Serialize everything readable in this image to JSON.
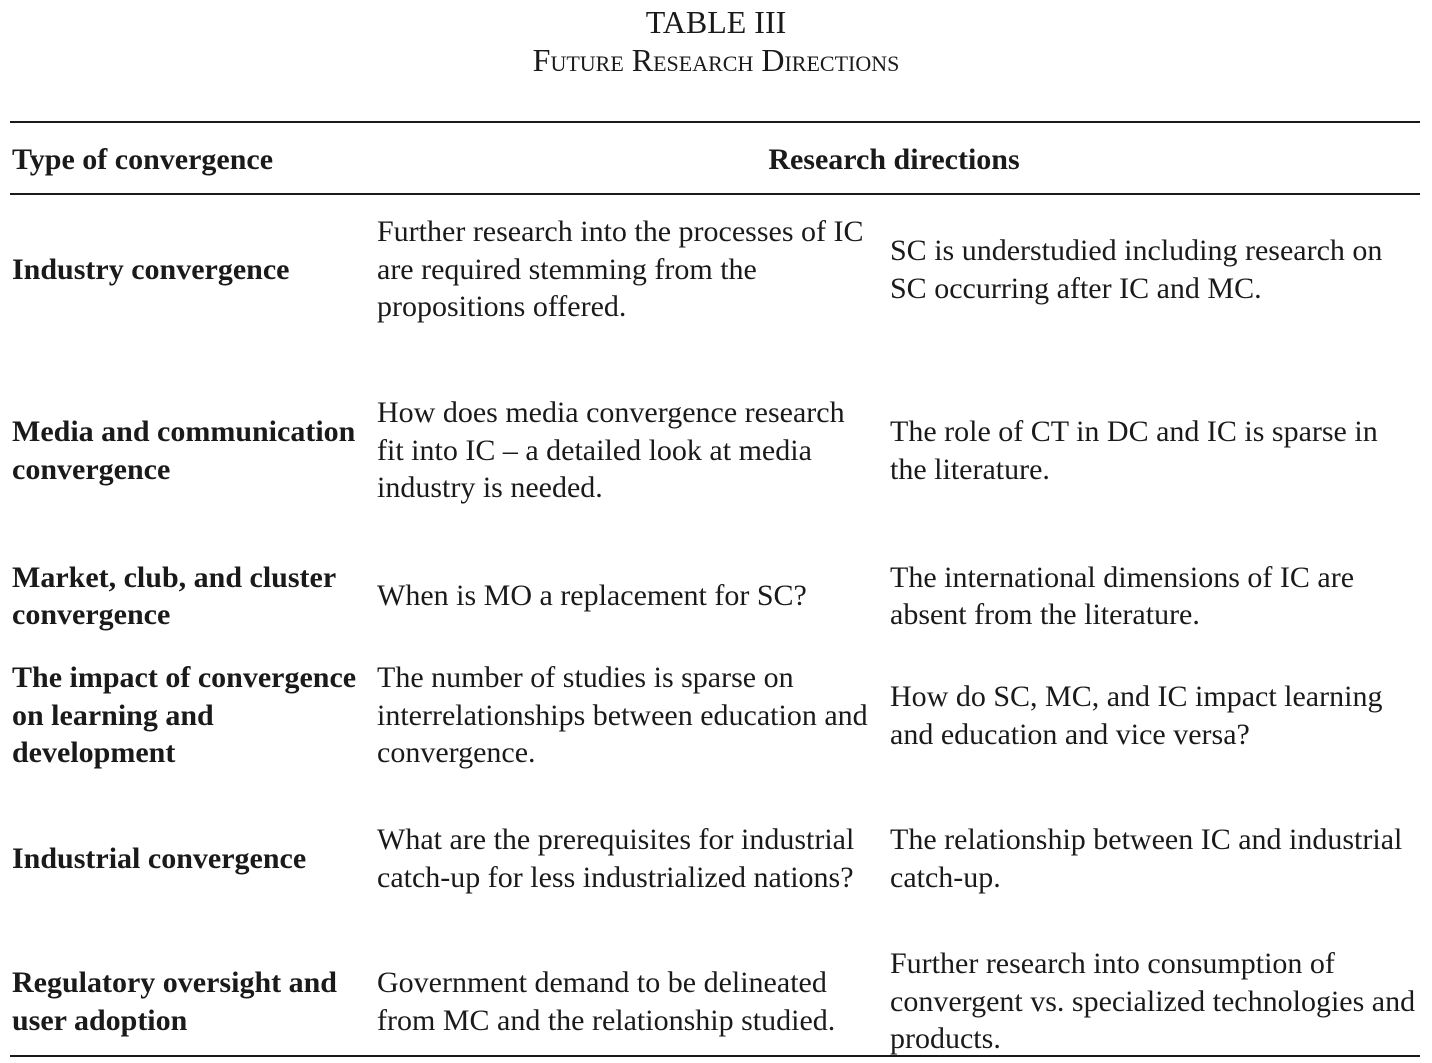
{
  "caption": {
    "number": "TABLE III",
    "title": "Future Research Directions"
  },
  "headers": {
    "type": "Type of convergence",
    "directions": "Research directions"
  },
  "rows": [
    {
      "type": "Industry convergence",
      "direction_1": "Further research into the processes of IC are required stemming from the propositions offered.",
      "direction_2": "SC is understudied including research on SC occurring after IC and MC."
    },
    {
      "type": "Media and communication convergence",
      "direction_1": "How does media convergence research fit into IC – a detailed look at media industry is needed.",
      "direction_2": "The role of CT in DC and IC is sparse in the literature."
    },
    {
      "type": "Market, club, and cluster convergence",
      "direction_1": "When is MO a replacement for SC?",
      "direction_2": "The international dimensions of IC are absent from the literature."
    },
    {
      "type": "The impact of convergence on learning and development",
      "direction_1": "The number of studies is sparse on interrelationships between education and convergence.",
      "direction_2": "How do SC, MC, and IC impact learning and education and vice versa?"
    },
    {
      "type": "Industrial convergence",
      "direction_1": "What are the prerequisites for industrial catch-up for less industrialized nations?",
      "direction_2": "The relationship between IC and industrial catch-up."
    },
    {
      "type": "Regulatory oversight and user adoption",
      "direction_1": "Government demand to be delineated from MC and the relationship studied.",
      "direction_2": "Further research into consumption of convergent vs. specialized technologies and products."
    }
  ]
}
